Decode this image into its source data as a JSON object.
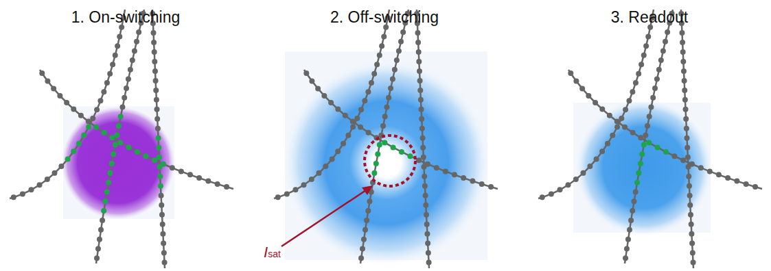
{
  "diagram": {
    "labels": [
      "1. On-switching",
      "2. Off-switching",
      "3. Readout",
      "I",
      "sat"
    ]
  }
}
